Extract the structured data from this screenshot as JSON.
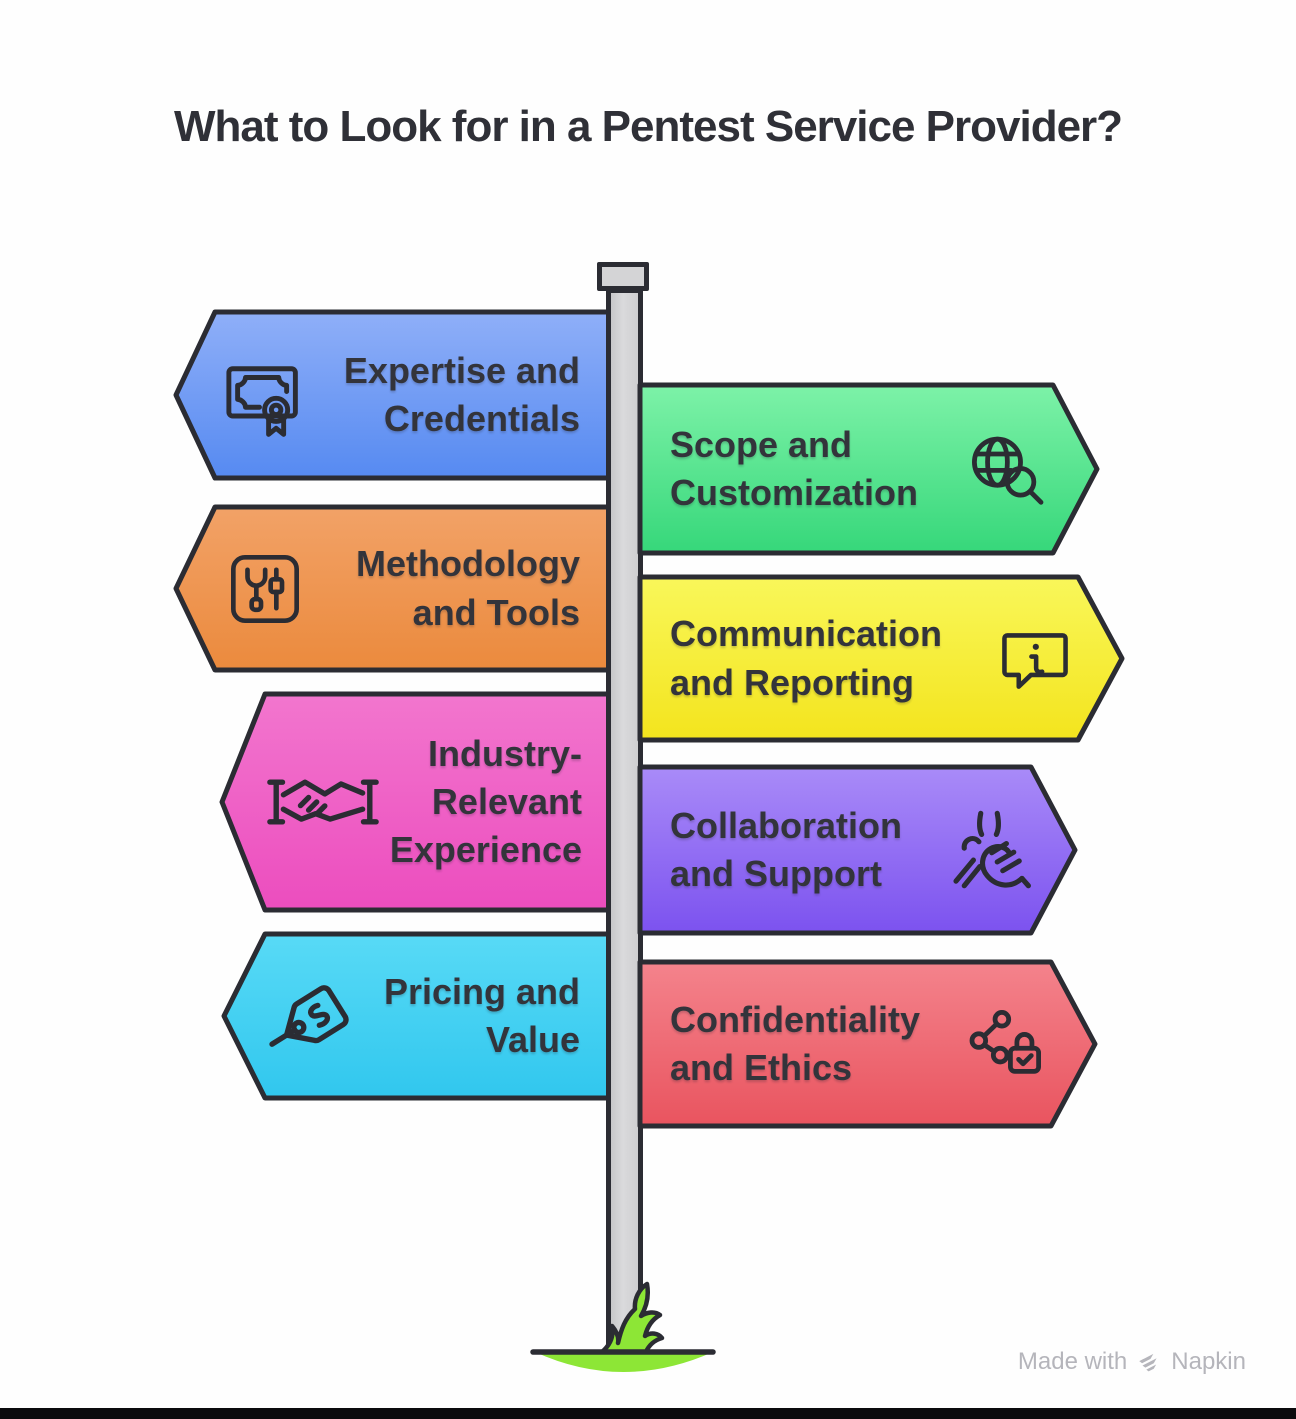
{
  "title": "What to Look for in a Pentest Service Provider?",
  "signs": [
    {
      "label": "Expertise and\nCredentials",
      "icon": "certificate-icon",
      "direction": "left",
      "color_top": "#8FAFF8",
      "color_bottom": "#568AF1"
    },
    {
      "label": "Scope and\nCustomization",
      "icon": "globe-search-icon",
      "direction": "right",
      "color_top": "#7DF2A8",
      "color_bottom": "#36D77A"
    },
    {
      "label": "Methodology\nand Tools",
      "icon": "wrench-tools-icon",
      "direction": "left",
      "color_top": "#F2A267",
      "color_bottom": "#EB8A3D"
    },
    {
      "label": "Communication\nand Reporting",
      "icon": "message-info-icon",
      "direction": "right",
      "color_top": "#F9F75A",
      "color_bottom": "#F3E41D"
    },
    {
      "label": "Industry-\nRelevant\nExperience",
      "icon": "handshake-icon",
      "direction": "left",
      "color_top": "#F276CE",
      "color_bottom": "#EC4DBE"
    },
    {
      "label": "Collaboration\nand Support",
      "icon": "hands-together-icon",
      "direction": "right",
      "color_top": "#A98BF8",
      "color_bottom": "#7C52EF"
    },
    {
      "label": "Pricing and\nValue",
      "icon": "price-tag-icon",
      "direction": "left",
      "color_top": "#58DAF6",
      "color_bottom": "#31C7EE"
    },
    {
      "label": "Confidentiality\nand Ethics",
      "icon": "share-lock-icon",
      "direction": "right",
      "color_top": "#F4838C",
      "color_bottom": "#E9545F"
    }
  ],
  "watermark": {
    "made_with": "Made with",
    "brand": "Napkin"
  },
  "colors": {
    "outline": "#2B2C33",
    "text": "#33343B",
    "pole": "#D3D3D5",
    "grass": "#8DE636",
    "watermark_text": "#B5B5BB",
    "background": "#FFFFFF",
    "footer_bar": "#0B0B0D"
  }
}
